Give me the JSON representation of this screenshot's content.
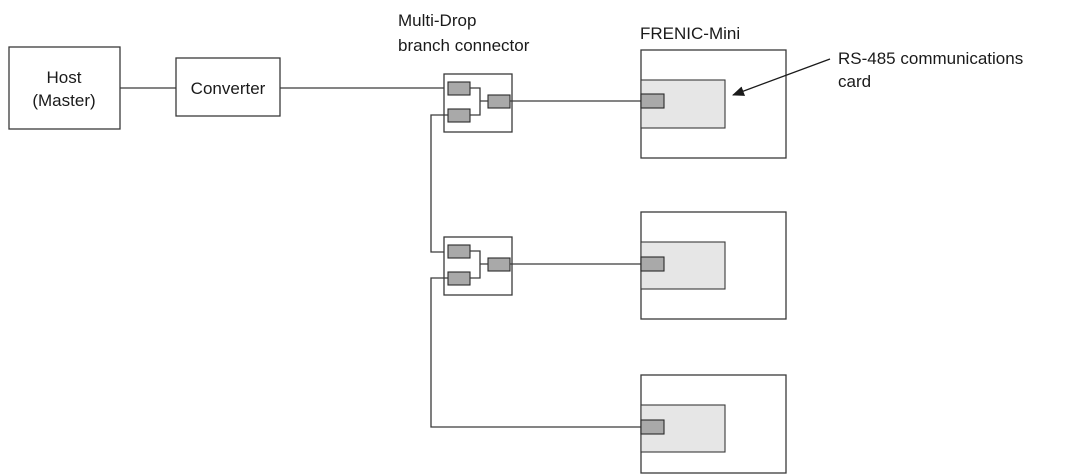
{
  "labels": {
    "host_line1": "Host",
    "host_line2": "(Master)",
    "converter": "Converter",
    "branch_line1": "Multi-Drop",
    "branch_line2": "branch connector",
    "inverter": "FRENIC-Mini",
    "card_line1": "RS-485 communications",
    "card_line2": "card"
  },
  "colors": {
    "line": "#3a3a3a",
    "plug_fill": "#a9a9a9",
    "card_fill": "#e6e6e6"
  }
}
